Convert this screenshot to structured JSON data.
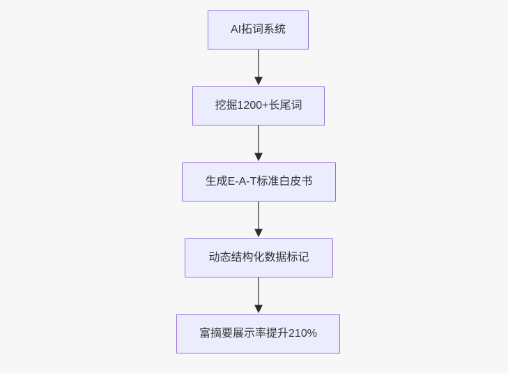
{
  "diagram": {
    "type": "flowchart",
    "direction": "top-down",
    "nodes": [
      {
        "id": "step-1",
        "label": "AI拓词系统"
      },
      {
        "id": "step-2",
        "label": "挖掘1200+长尾词"
      },
      {
        "id": "step-3",
        "label": "生成E-A-T标准白皮书"
      },
      {
        "id": "step-4",
        "label": "动态结构化数据标记"
      },
      {
        "id": "step-5",
        "label": "富摘要展示率提升210%"
      }
    ],
    "edges": [
      {
        "from": "step-1",
        "to": "step-2"
      },
      {
        "from": "step-2",
        "to": "step-3"
      },
      {
        "from": "step-3",
        "to": "step-4"
      },
      {
        "from": "step-4",
        "to": "step-5"
      }
    ],
    "colors": {
      "background": "#f7f7f7",
      "node_fill": "#ececff",
      "node_border": "#9370db",
      "text": "#333333",
      "arrow_line": "#5a5a5a",
      "arrow_head": "#2b2b2b"
    }
  }
}
